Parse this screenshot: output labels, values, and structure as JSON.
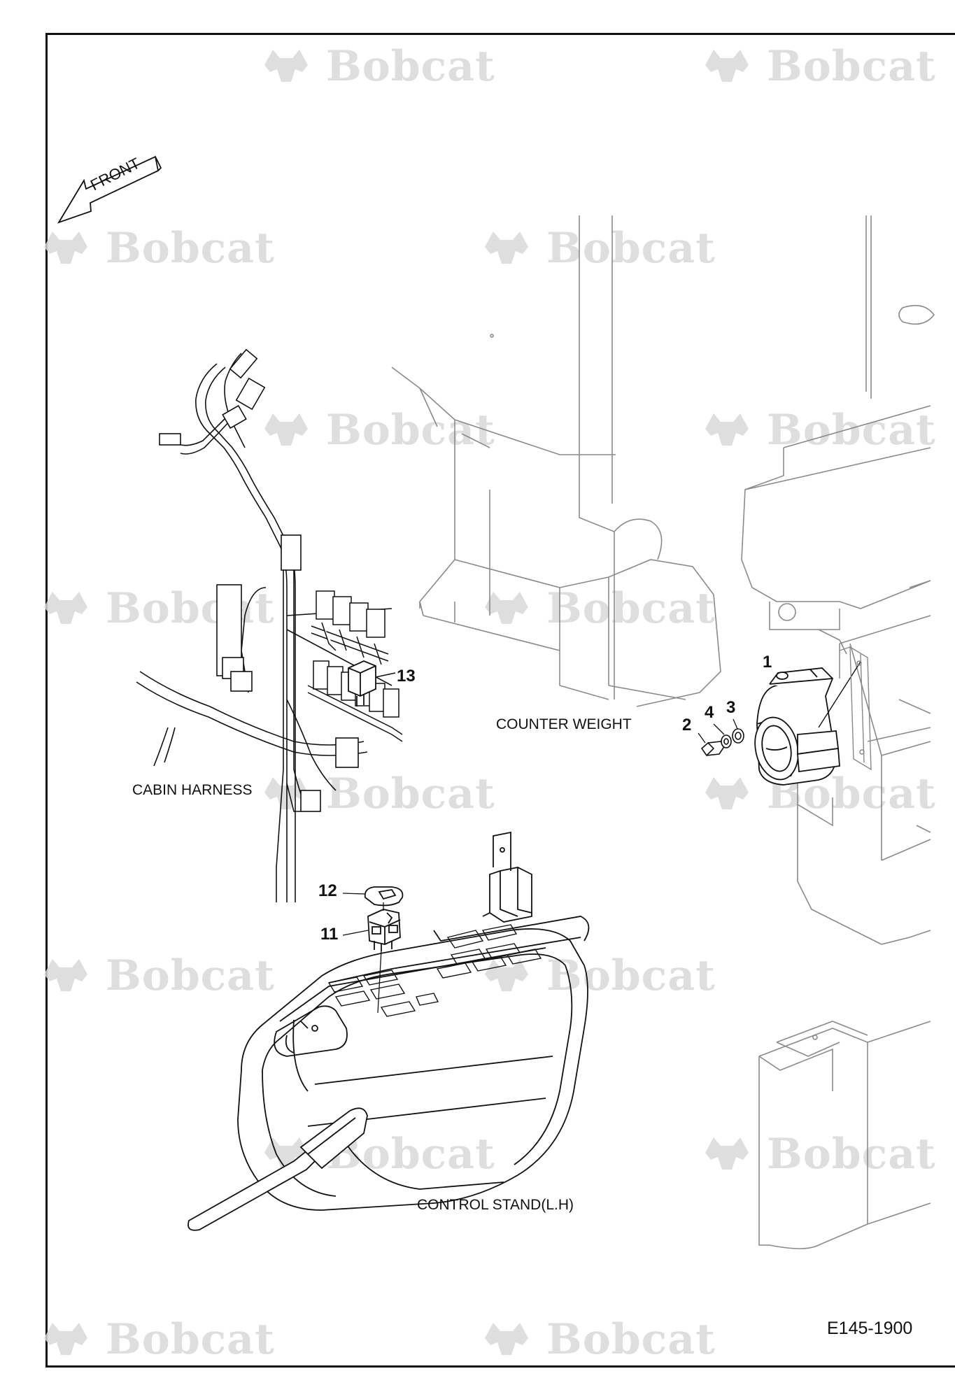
{
  "watermark": {
    "text": "Bobcat",
    "icon": "bobcat-logo-icon"
  },
  "direction_label": "FRONT",
  "labels": {
    "counter_weight": "COUNTER WEIGHT",
    "cabin_harness": "CABIN HARNESS",
    "control_stand": "CONTROL STAND(L.H)"
  },
  "callouts": {
    "c1": "1",
    "c2": "2",
    "c3": "3",
    "c4": "4",
    "c11": "11",
    "c12": "12",
    "c13": "13"
  },
  "drawing_code": "E145-1900",
  "colors": {
    "line": "#111111",
    "light_line": "#9a9a9a",
    "watermark": "#d9d9d9"
  }
}
